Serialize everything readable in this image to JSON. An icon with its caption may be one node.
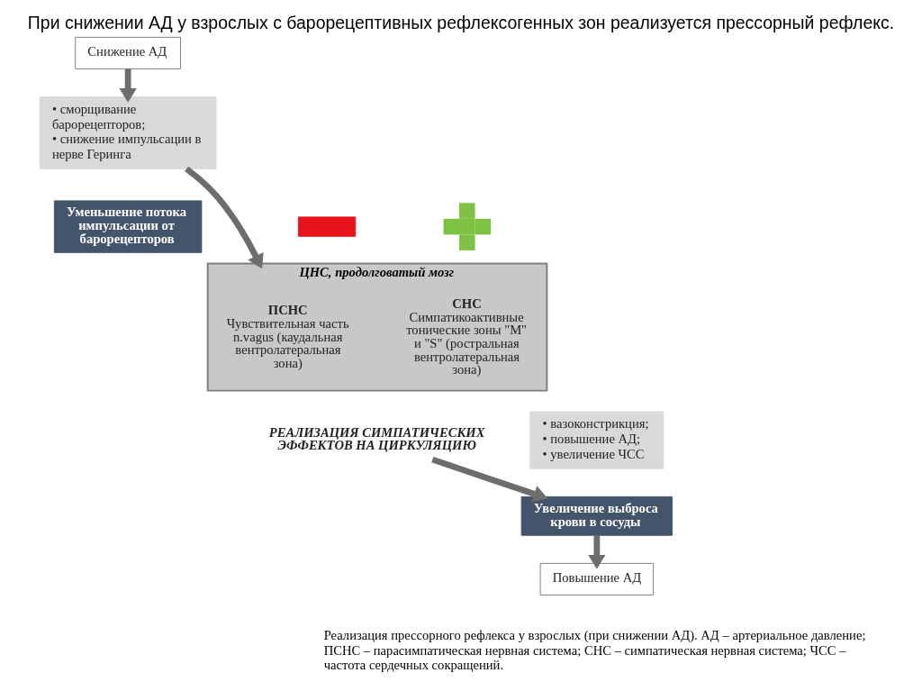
{
  "diagram": {
    "title": "При снижении АД у взрослых с барорецептивных рефлексогенных зон реализуется прессорный рефлекс.",
    "caption": "Реализация прессорного рефлекса у взрослых (при снижении АД). АД – артериальное давление; ПСНС – парасимпатическая нервная система; СНС – симпатическая нервная система; ЧСС – частота сердечных сокращений.",
    "nodes": [
      {
        "text": [
          "Снижение АД"
        ]
      },
      {
        "text": [
          "• сморщивание барорецепторов;",
          "• снижение импульсации в нерве Геринга"
        ]
      },
      {
        "text": [
          "Уменьшение потока импульсации от барорецепторов"
        ]
      },
      {
        "text": [
          "ЦНС, продолговатый мозг"
        ]
      },
      {
        "text": [],
        "shape": "bar"
      },
      {
        "text": [],
        "shape": "cross"
      },
      {
        "text": [
          "ПСНС",
          "Чувствительная часть n.vagus (каудальная вентролатеральная зона)"
        ],
        "in": 3
      },
      {
        "text": [
          "СНС",
          "Симпатикоактивные тонические зоны \"M\" и \"S\" (ростральная вентролатеральная зона)"
        ],
        "in": 3
      },
      {
        "text": [
          "РЕАЛИЗАЦИЯ СИМПАТИЧЕСКИХ ЭФФЕКТОВ НА ЦИРКУЛЯЦИЮ"
        ]
      },
      {
        "text": [
          "• вазоконстрикция;",
          "• повышение АД;",
          "• увеличение ЧСС"
        ]
      },
      {
        "text": [
          "Увеличение выброса крови в сосуды"
        ]
      },
      {
        "text": [
          "Повышение АД"
        ]
      }
    ],
    "edges": [
      {
        "from": 0,
        "to": 1,
        "arrow": "to"
      },
      {
        "from": 1,
        "to": 3,
        "arrow": "to"
      },
      {
        "from": 8,
        "to": 10,
        "arrow": "to"
      },
      {
        "from": 10,
        "to": 11,
        "arrow": "to"
      }
    ]
  }
}
